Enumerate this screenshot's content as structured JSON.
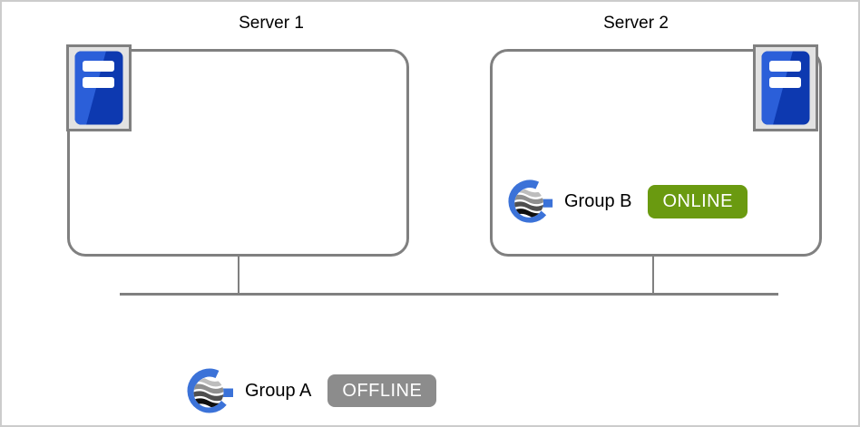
{
  "servers": [
    {
      "title": "Server 1"
    },
    {
      "title": "Server 2"
    }
  ],
  "groups": {
    "group_b": {
      "label": "Group B",
      "status": "ONLINE"
    },
    "group_a": {
      "label": "Group A",
      "status": "OFFLINE"
    }
  },
  "icons": {
    "server": "server-tower-icon",
    "group": "group-globe-icon"
  },
  "colors": {
    "line_gray": "#808080",
    "tile_bg": "#e2e2e2",
    "canvas_border": "#cccccc",
    "server_icon_blue_dark": "#0d39b0",
    "server_icon_blue_light": "#2b5fd9",
    "logo_blue": "#3b72d8",
    "online_green": "#6a9a10",
    "offline_gray": "#8c8c8c"
  }
}
